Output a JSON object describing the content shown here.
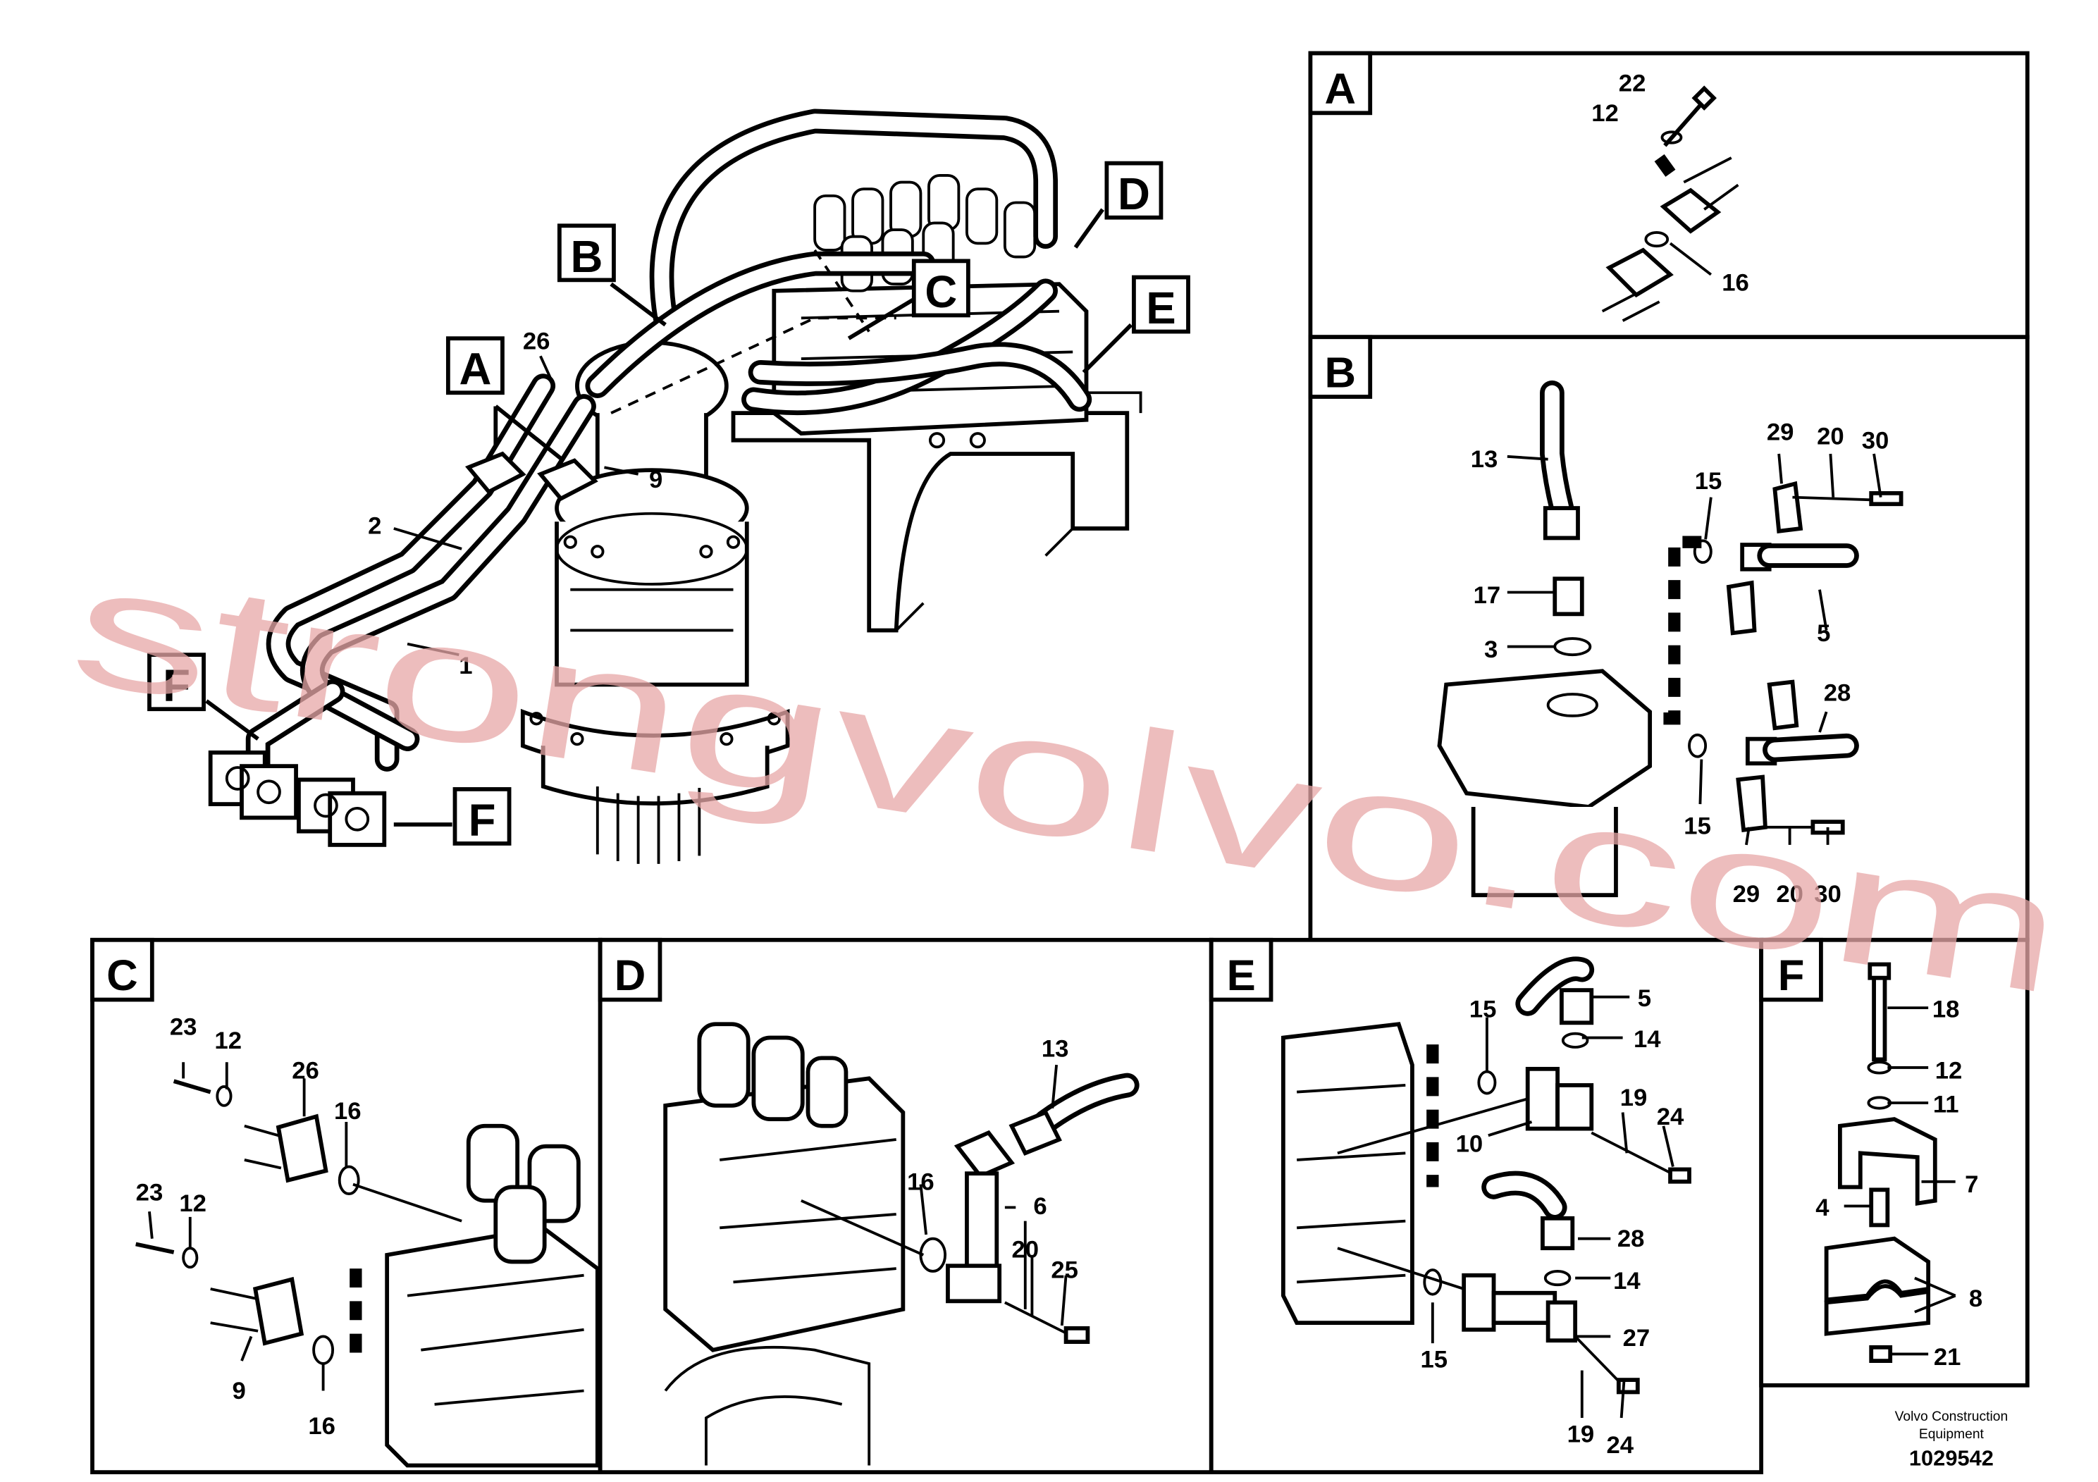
{
  "detail_labels": {
    "a": "A",
    "b": "B",
    "c": "C",
    "d": "D",
    "e": "E",
    "f": "F"
  },
  "main_view": {
    "callouts": {
      "c1": "1",
      "c2": "2",
      "c9": "9",
      "c26": "26"
    }
  },
  "panel_a": {
    "letter": "A",
    "callouts": {
      "c22": "22",
      "c12": "12",
      "c16": "16"
    }
  },
  "panel_b": {
    "letter": "B",
    "callouts": {
      "c13": "13",
      "c17": "17",
      "c3": "3",
      "c15a": "15",
      "c15b": "15",
      "c29a": "29",
      "c20a": "20",
      "c30a": "30",
      "c5": "5",
      "c28": "28",
      "c29b": "29",
      "c20b": "20",
      "c30b": "30"
    }
  },
  "panel_c": {
    "letter": "C",
    "callouts": {
      "c23a": "23",
      "c12a": "12",
      "c26": "26",
      "c16a": "16",
      "c23b": "23",
      "c12b": "12",
      "c9": "9",
      "c16b": "16"
    }
  },
  "panel_d": {
    "letter": "D",
    "callouts": {
      "c13": "13",
      "c16": "16",
      "c6": "6",
      "c20": "20",
      "c25": "25"
    }
  },
  "panel_e": {
    "letter": "E",
    "callouts": {
      "c15a": "15",
      "c5": "5",
      "c14a": "14",
      "c19a": "19",
      "c24a": "24",
      "c10": "10",
      "c28": "28",
      "c14b": "14",
      "c27": "27",
      "c15b": "15",
      "c19b": "19",
      "c24b": "24"
    }
  },
  "panel_f": {
    "letter": "F",
    "callouts": {
      "c18": "18",
      "c12": "12",
      "c11": "11",
      "c7": "7",
      "c4": "4",
      "c8": "8",
      "c21": "21"
    }
  },
  "watermark": "strongvolvo.com",
  "footer": {
    "company_line1": "Volvo Construction",
    "company_line2": "Equipment",
    "drawing_number": "1029542"
  }
}
